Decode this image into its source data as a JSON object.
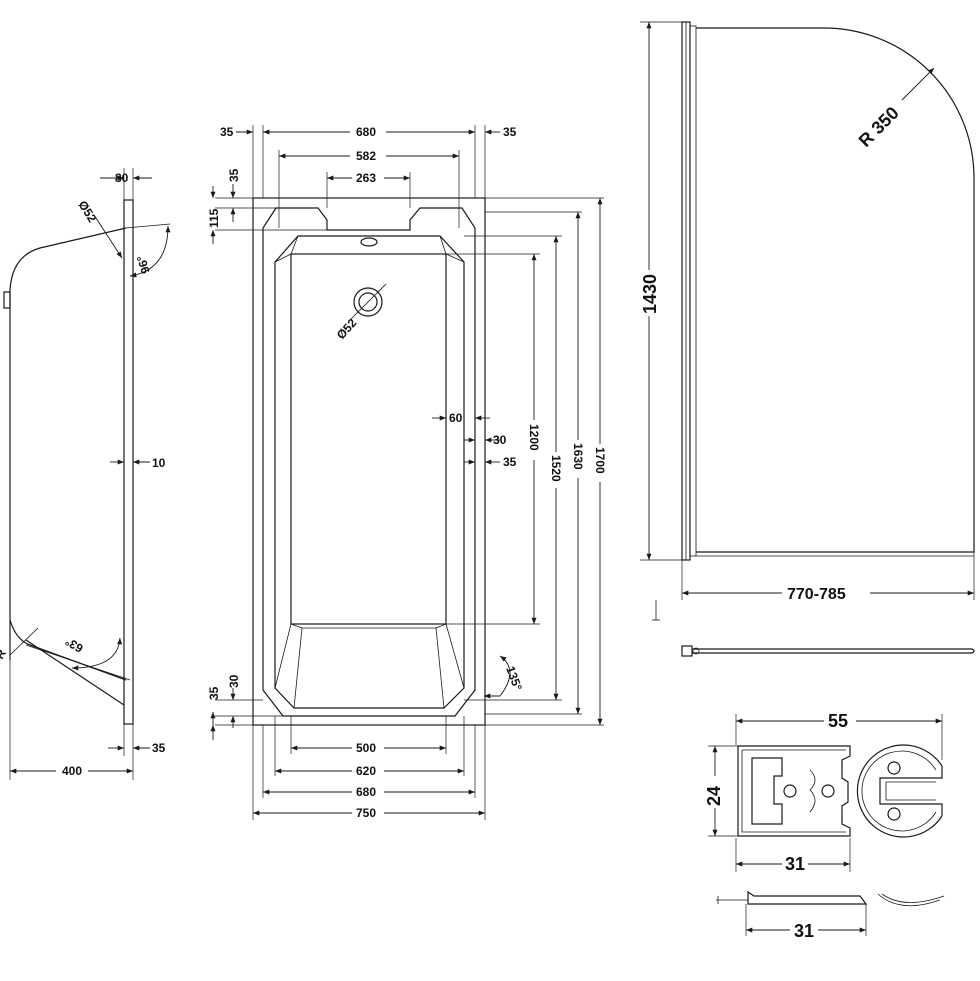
{
  "side_view": {
    "top_width": "80",
    "overflow_diameter": "Ø52",
    "angle_top": "96°",
    "wall_thickness": "10",
    "angle_bottom": "63°",
    "foot_width": "35",
    "depth": "400",
    "radius_partial": "R"
  },
  "plan_view": {
    "top_left_rim": "35",
    "top_overall": "680",
    "top_right_rim": "35",
    "top_inner": "582",
    "top_ledge": "263",
    "left_rim_top": "35",
    "left_ledge_top": "115",
    "waste_diameter": "Ø52",
    "right_ledge": "60",
    "right_inner_30": "30",
    "right_rim_35": "35",
    "len_1200": "1200",
    "len_1520": "1520",
    "len_1630": "1630",
    "len_1700": "1700",
    "bottom_left_35": "35",
    "bottom_left_30": "30",
    "corner_angle": "135°",
    "bottom_500": "500",
    "bottom_620": "620",
    "bottom_680": "680",
    "bottom_750": "750"
  },
  "screen_view": {
    "height": "1430",
    "radius": "R 350",
    "width": "770-785"
  },
  "profile_view": {
    "width_55": "55",
    "height_24": "24",
    "width_31_a": "31",
    "width_31_b": "31"
  }
}
